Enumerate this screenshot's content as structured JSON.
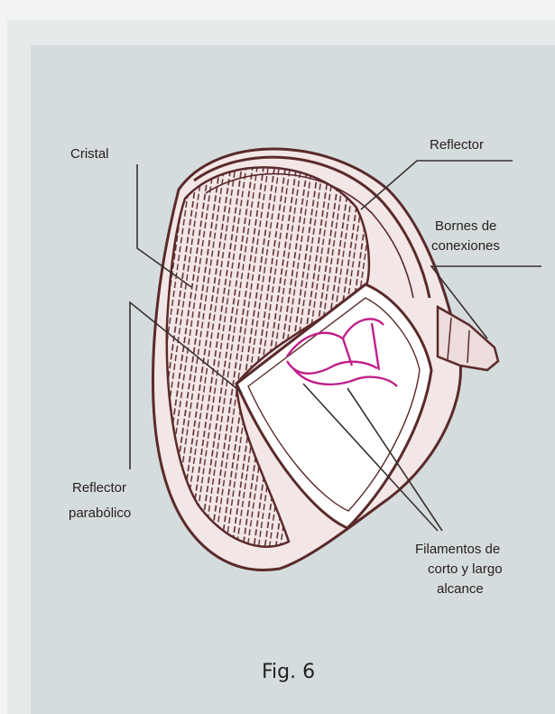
{
  "labels": {
    "cristal": "Cristal",
    "reflector": "Reflector",
    "bornes_line1": "Bornes de",
    "bornes_line2": "conexiones",
    "reflector_parabolico_line1": "Reflector",
    "reflector_parabolico_line2": "parabólico",
    "filamentos_line1": "Filamentos de",
    "filamentos_line2": "corto y largo",
    "filamentos_line3": "alcance"
  },
  "caption": "Fig. 6",
  "colors": {
    "background": "#d5dcdd",
    "lamp_fill": "#f3e6e6",
    "lamp_outline": "#5a2a2a",
    "filament": "#c0208a"
  }
}
